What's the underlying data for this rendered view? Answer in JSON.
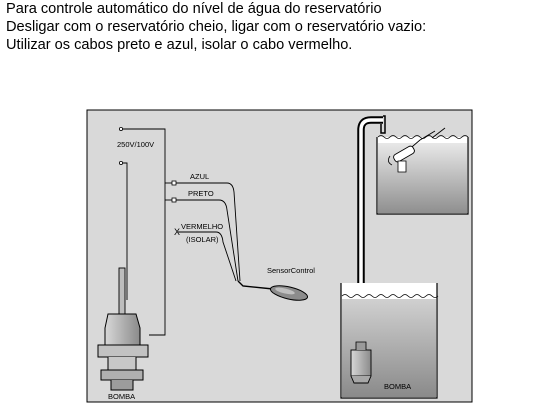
{
  "instructions": {
    "line1": "Para controle automático do nível de água do reservatório",
    "line2": "Desligar com o reservatório cheio, ligar com o reservatório vazio:",
    "line3": "Utilizar os cabos preto e azul, isolar o cabo vermelho."
  },
  "diagram": {
    "voltage": "250V/100V",
    "wires": {
      "blue": "AZUL",
      "black": "PRETO",
      "red": "VERMELHO",
      "red_note": "(ISOLAR)",
      "x_mark": "X"
    },
    "sensor": "SensorControl",
    "pump_left": "BOMBA",
    "pump_right": "BOMBA"
  },
  "colors": {
    "line": "#000000",
    "panel": "#d6d6d6",
    "water": "#b8b8b8",
    "pump": "#bdbdbd"
  }
}
